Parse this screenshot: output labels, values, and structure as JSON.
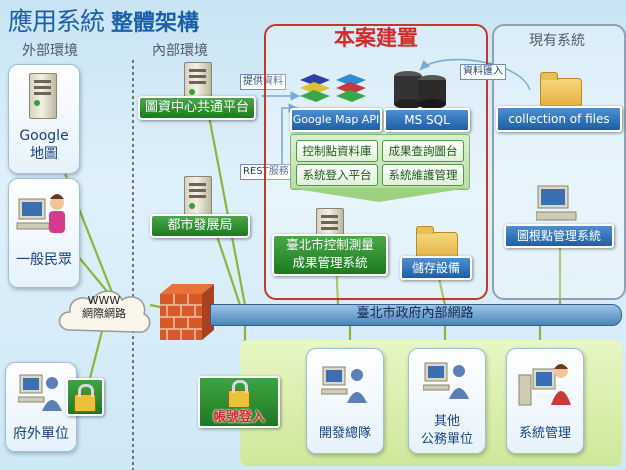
{
  "title_part1": "應用系統",
  "title_part2": "整體架構",
  "sections": {
    "external": "外部環境",
    "internal": "內部環境",
    "project": "本案建置",
    "existing": "現有系統"
  },
  "external_items": {
    "google_map": "Google\n地圖",
    "public": "一般民眾",
    "www": "WWW\n網際網路",
    "outside_unit": "府外單位"
  },
  "internal_items": {
    "library_platform": "圖資中心共通平台",
    "urban_bureau": "都市發展局"
  },
  "tags": {
    "provide_data": "提供資料",
    "rest_service": "REST服務",
    "data_import": "資料匯入"
  },
  "project_items": {
    "google_map_api": "Google Map API",
    "ms_sql": "MS SQL",
    "functions": [
      "控制點資料庫",
      "成果查詢圖台",
      "系統登入平台",
      "系統維護管理"
    ],
    "control_survey_system": "臺北市控制測量\n成果管理系統",
    "storage": "儲存設備"
  },
  "existing_items": {
    "collection_files": "collection of files",
    "benchmark_system": "圖根點管理系統"
  },
  "network_label": "臺北市政府內部網路",
  "account_login": "帳號登入",
  "users": {
    "dev_team": "開發總隊",
    "other_units": "其他\n公務單位",
    "sys_admin": "系統管理"
  },
  "colors": {
    "title": "#1b5fa8",
    "project_border": "#c0392b",
    "project_title": "#d22b2b",
    "network": "#4d84b8",
    "green": "#2e8b32"
  }
}
